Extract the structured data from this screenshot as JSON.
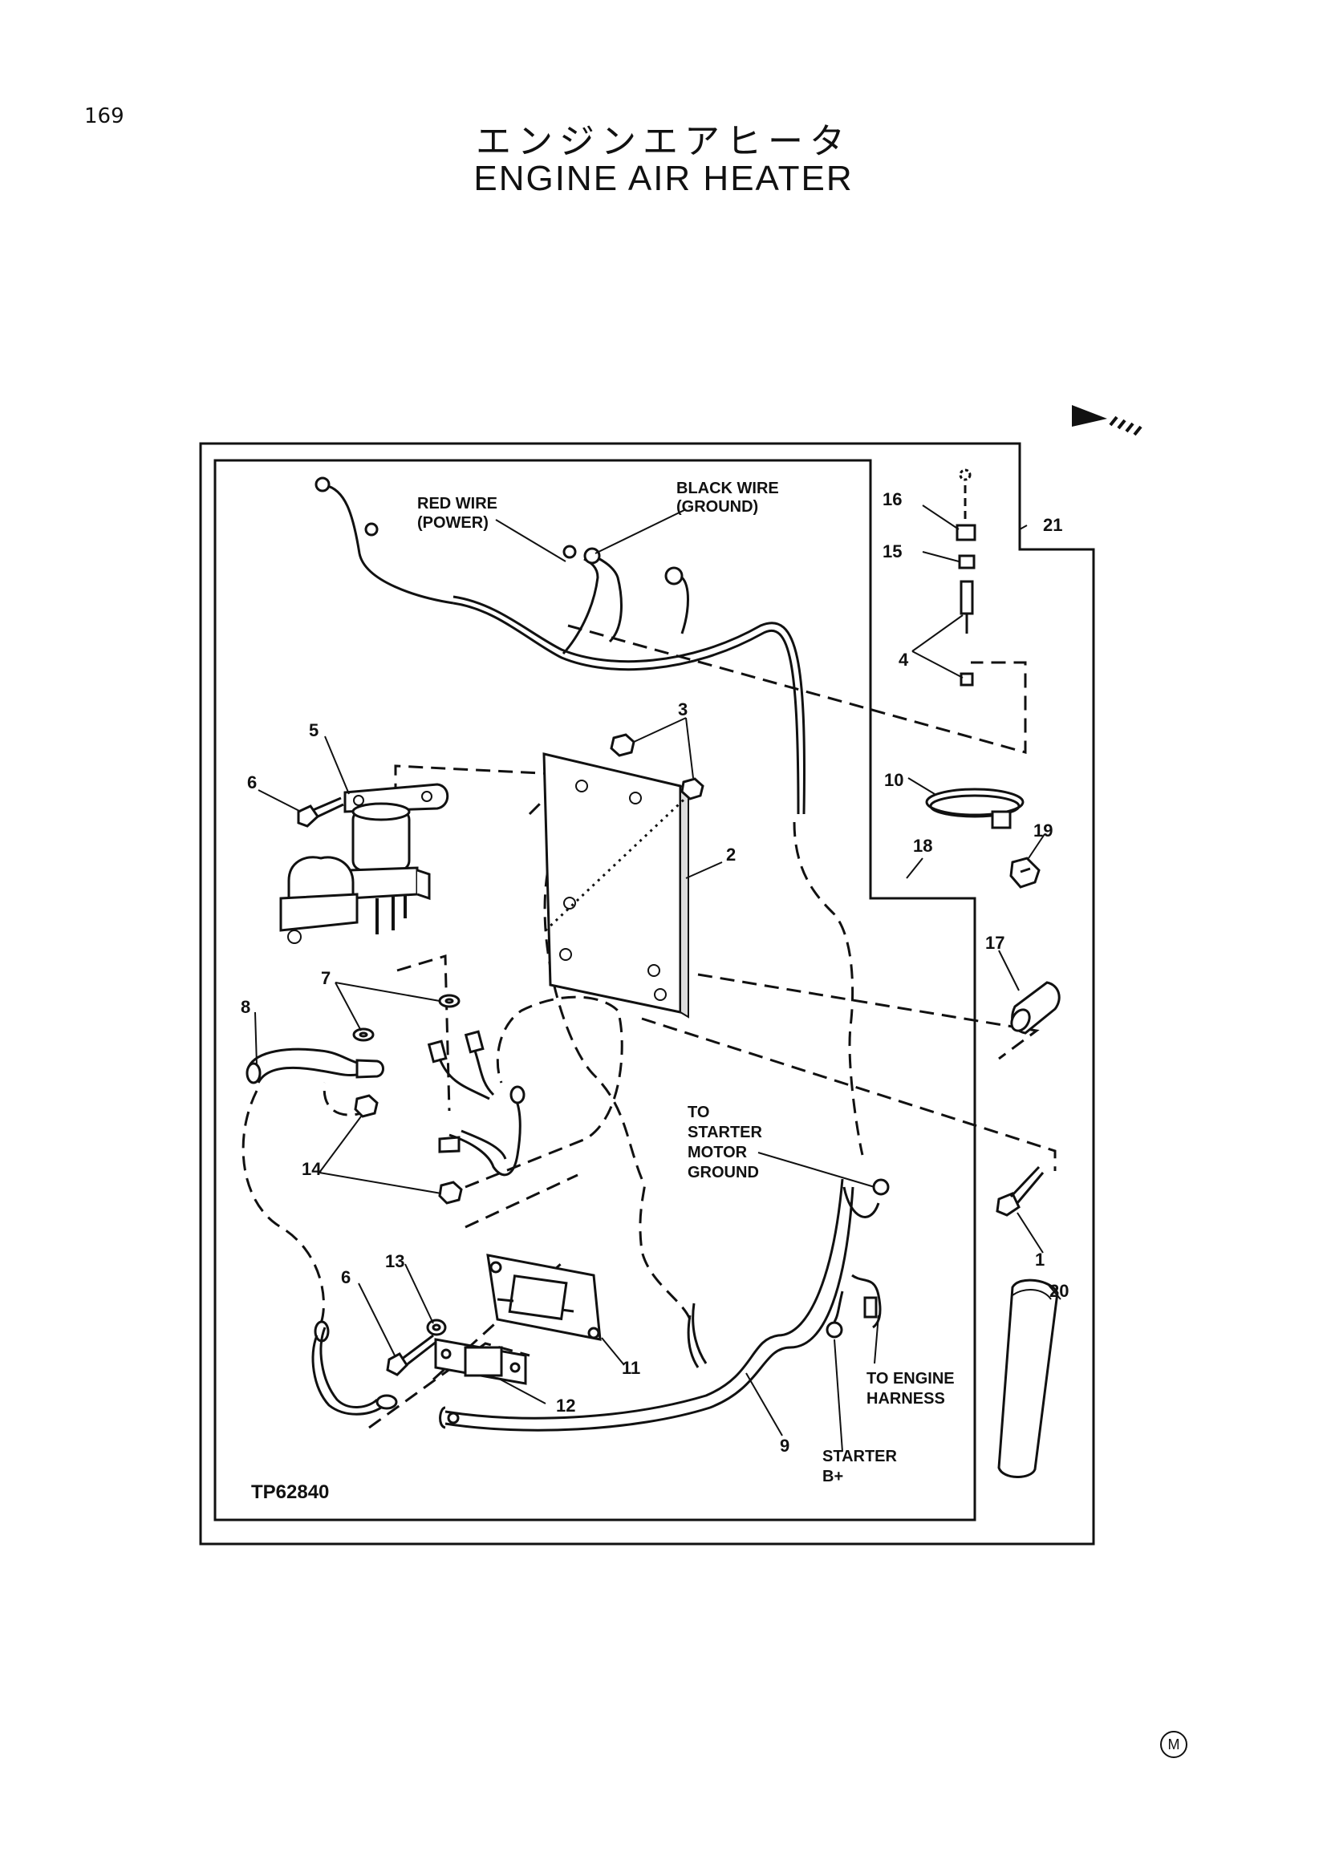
{
  "header": {
    "page_number": "169",
    "title_jp": "エンジンエアヒータ",
    "title_en": "ENGINE AIR HEATER"
  },
  "labels": {
    "red_wire_1": "RED WIRE",
    "red_wire_2": "(POWER)",
    "black_wire_1": "BLACK WIRE",
    "black_wire_2": "(GROUND)",
    "to_starter_1": "TO",
    "to_starter_2": "STARTER",
    "to_starter_3": "MOTOR",
    "to_starter_4": "GROUND",
    "to_engine_1": "TO ENGINE",
    "to_engine_2": "HARNESS",
    "starter_b_1": "STARTER",
    "starter_b_2": "B+",
    "figure_code": "TP62840"
  },
  "callouts": [
    "1",
    "2",
    "3",
    "4",
    "5",
    "6",
    "6",
    "7",
    "8",
    "9",
    "10",
    "11",
    "12",
    "13",
    "14",
    "15",
    "16",
    "17",
    "18",
    "19",
    "20",
    "21"
  ],
  "footer": {
    "mark": "M"
  }
}
